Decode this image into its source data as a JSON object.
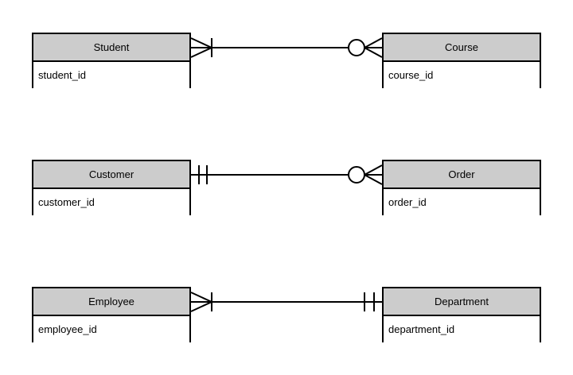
{
  "diagram": {
    "type": "entity-relationship-diagram",
    "notation": "crow's foot",
    "background_color": "#ffffff",
    "line_color": "#000000",
    "header_fill": "#cccccc",
    "body_fill": "#ffffff",
    "relationships": [
      {
        "id": "student-course",
        "left": {
          "name": "Student",
          "attribute": "student_id",
          "cardinality": "one-or-many",
          "symbol": "crowsfoot-with-one-tick"
        },
        "right": {
          "name": "Course",
          "attribute": "course_id",
          "cardinality": "zero-or-many",
          "symbol": "circle-with-crowsfoot"
        }
      },
      {
        "id": "customer-order",
        "left": {
          "name": "Customer",
          "attribute": "customer_id",
          "cardinality": "exactly-one",
          "symbol": "two-ticks"
        },
        "right": {
          "name": "Order",
          "attribute": "order_id",
          "cardinality": "zero-or-many",
          "symbol": "circle-with-crowsfoot"
        }
      },
      {
        "id": "employee-department",
        "left": {
          "name": "Employee",
          "attribute": "employee_id",
          "cardinality": "one-or-many",
          "symbol": "crowsfoot-with-one-tick"
        },
        "right": {
          "name": "Department",
          "attribute": "department_id",
          "cardinality": "exactly-one",
          "symbol": "two-ticks"
        }
      }
    ]
  }
}
